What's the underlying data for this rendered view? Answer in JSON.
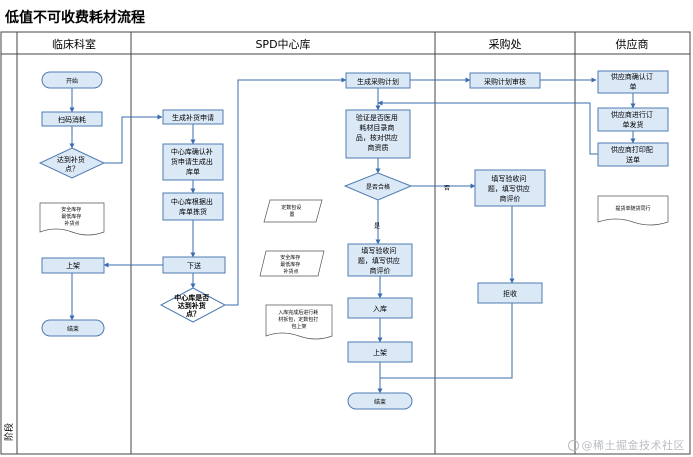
{
  "title": "低值不可收费耗材流程",
  "stage_label": "阶段",
  "lanes": [
    {
      "label": "临床科室"
    },
    {
      "label": "SPD中心库"
    },
    {
      "label": "采购处"
    },
    {
      "label": "供应商"
    }
  ],
  "nodes": {
    "start": "开始",
    "scan": "扫码消耗",
    "reach_q": [
      "达到补货",
      "点？"
    ],
    "safety_doc": [
      "安全库存",
      "最低库存",
      "补货点"
    ],
    "shelve_clinic": "上架",
    "end_clinic": "结束",
    "gen_request": "生成补货申请",
    "confirm_request": [
      "中心库确认补",
      "货申请生成出",
      "库单"
    ],
    "pick": [
      "中心库根据出",
      "库单拣货"
    ],
    "dispatch": "下送",
    "center_reach_q": [
      "中心库是否",
      "达到补货",
      "点？"
    ],
    "fixed_pack": [
      "定数包设",
      "置"
    ],
    "safety_para": [
      "安全库存",
      "最低库存",
      "补货点"
    ],
    "pack_note": [
      "入库完成后进行耗",
      "材拆包，定数包打",
      "包上架"
    ],
    "gen_plan": "生成采购计划",
    "verify": [
      "验证是否医用",
      "耗材目录商",
      "品，核对供应",
      "商资质"
    ],
    "qualified_q": "是否合格",
    "fill_accept_mid": [
      "填写验收问",
      "题，填写供应",
      "商评价"
    ],
    "warehouse_in": "入库",
    "shelve_center": "上架",
    "end_center": "结束",
    "plan_review": "采购计划审核",
    "fill_accept_pur": [
      "填写验收问",
      "题，填写供应",
      "商评价"
    ],
    "reject": "拒收",
    "supplier_confirm": [
      "供应商确认订",
      "单"
    ],
    "supplier_ship": [
      "供应商进行订",
      "单发货"
    ],
    "supplier_print": [
      "供应商打印配",
      "送单"
    ],
    "delivery_note": "提货单随货同行"
  },
  "edge_labels": {
    "no": "否",
    "yes": "是"
  },
  "watermark": "@稀土掘金技术社区",
  "colors": {
    "box_fill": "#dbe8f6",
    "box_stroke": "#4f7cb3",
    "line": "#3b6db0",
    "grid": "#444444"
  }
}
